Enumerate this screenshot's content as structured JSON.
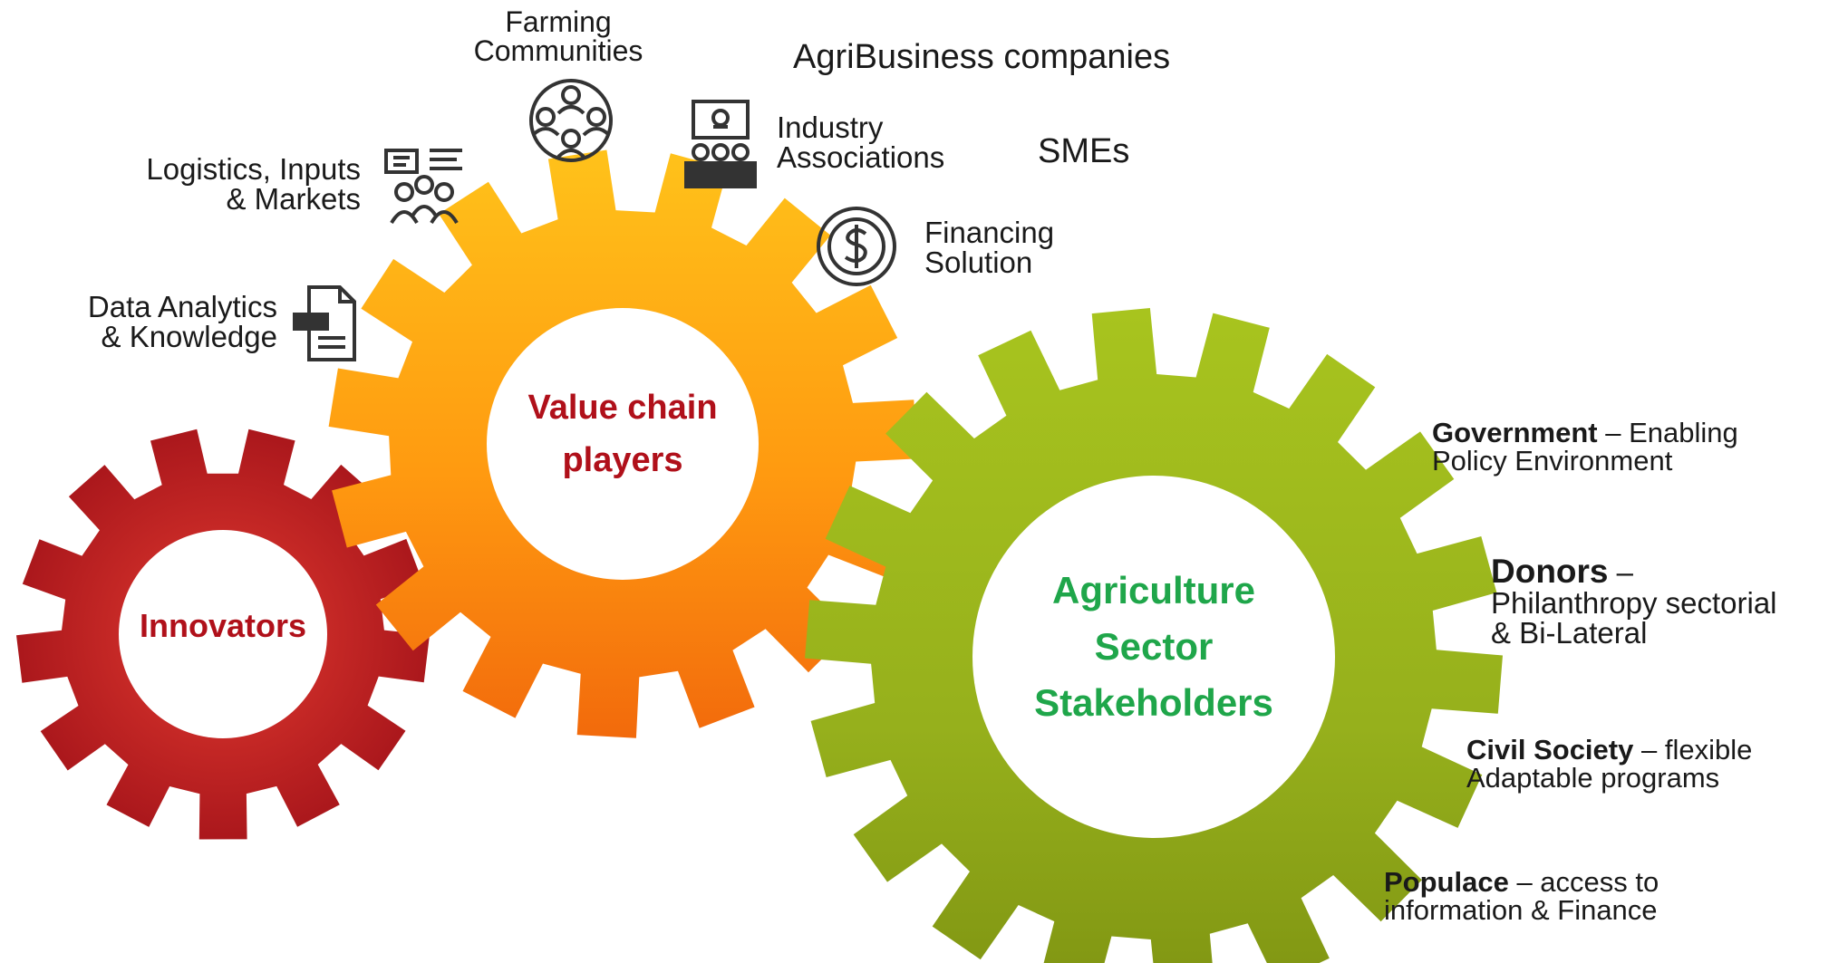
{
  "gears": {
    "innovators": {
      "label": "Innovators",
      "color": "#c41e1e",
      "text_color": "#b0101a"
    },
    "value_chain": {
      "line1": "Value chain",
      "line2": "players",
      "color": "#ff9a10",
      "text_color": "#b0101a"
    },
    "agriculture": {
      "line1": "Agriculture",
      "line2": "Sector",
      "line3": "Stakeholders",
      "color": "#9dba1c",
      "text_color": "#1fa64a"
    }
  },
  "value_chain_items": {
    "farming": {
      "line1": "Farming",
      "line2": "Communities",
      "icon": "people-network-icon"
    },
    "agribusiness": {
      "label": "AgriBusiness companies"
    },
    "industry": {
      "line1": "Industry",
      "line2": "Associations",
      "icon": "presentation-audience-icon"
    },
    "smes": {
      "label": "SMEs"
    },
    "logistics": {
      "line1": "Logistics, Inputs",
      "line2": "& Markets",
      "icon": "team-board-icon"
    },
    "financing": {
      "line1": "Financing",
      "line2": "Solution",
      "icon": "dollar-coin-icon"
    },
    "data": {
      "line1": "Data Analytics",
      "line2": "& Knowledge",
      "icon": "document-icon"
    }
  },
  "stakeholders": {
    "government": {
      "bold": "Government",
      "rest": " – Enabling",
      "line2": "Policy Environment"
    },
    "donors": {
      "bold": "Donors",
      "rest": " –",
      "line2": "Philanthropy sectorial",
      "line3": "& Bi-Lateral"
    },
    "civil": {
      "bold": "Civil Society",
      "rest": " – flexible",
      "line2": "Adaptable programs"
    },
    "populace": {
      "bold": "Populace",
      "rest": " – access to",
      "line2": "information & Finance"
    }
  }
}
